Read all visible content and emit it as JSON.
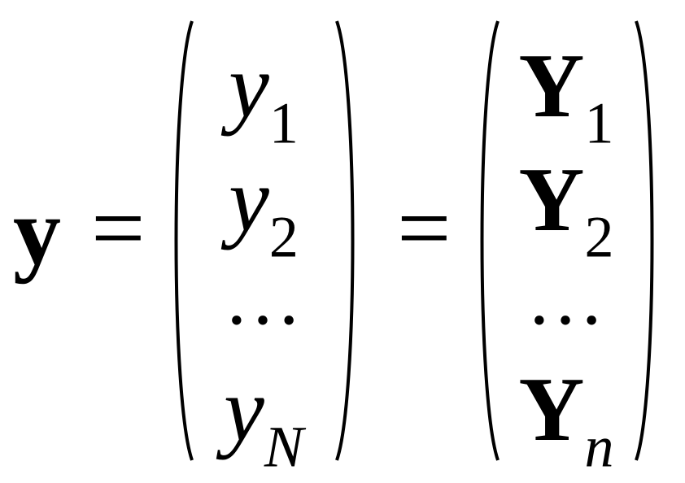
{
  "equation": {
    "lhs": "y",
    "equals": "=",
    "vector_lower": [
      {
        "base": "y",
        "sub": "1"
      },
      {
        "base": "y",
        "sub": "2"
      },
      {
        "base": "",
        "sub": "",
        "ellipsis": "…"
      },
      {
        "base": "y",
        "sub": "N"
      }
    ],
    "vector_upper": [
      {
        "base": "Y",
        "sub": "1"
      },
      {
        "base": "Y",
        "sub": "2"
      },
      {
        "base": "",
        "sub": "",
        "ellipsis": "…"
      },
      {
        "base": "Y",
        "sub": "n"
      }
    ]
  }
}
